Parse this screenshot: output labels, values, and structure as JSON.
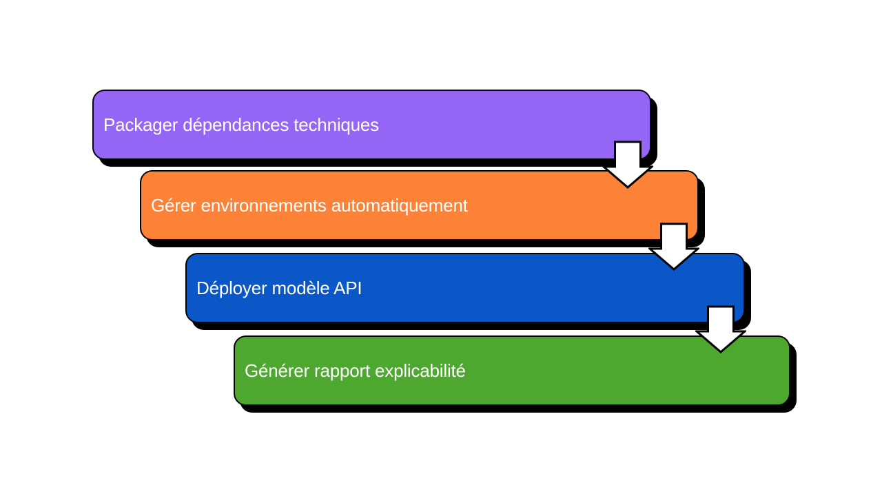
{
  "diagram": {
    "type": "step-cascade",
    "background_color": "#FFFFFF",
    "outline_color": "#000000",
    "shadow_color": "#000000",
    "text_color": "#FFFFFF",
    "arrow": {
      "icon": "down-block-arrow",
      "fill": "#FFFFFF",
      "stroke": "#000000"
    },
    "steps": [
      {
        "label": "Packager dépendances techniques",
        "color": "#9565F6"
      },
      {
        "label": "Gérer environnements automatiquement",
        "color": "#FC8238"
      },
      {
        "label": "Déployer modèle API",
        "color": "#0B57C8"
      },
      {
        "label": "Générer rapport explicabilité",
        "color": "#4EA72E"
      }
    ]
  }
}
